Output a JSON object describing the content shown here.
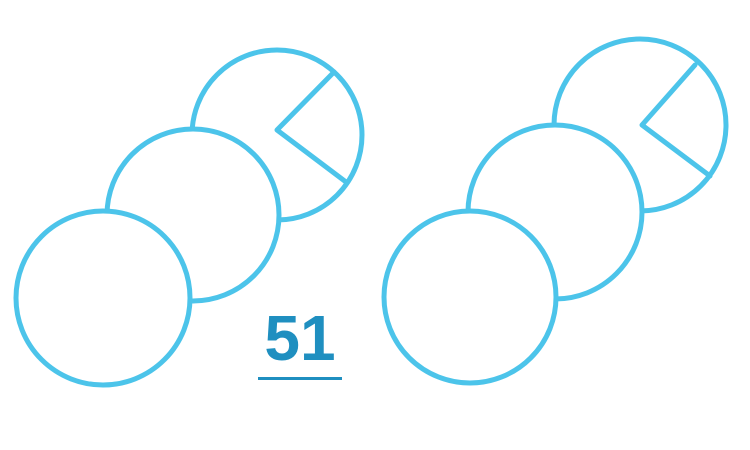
{
  "page_number": "51",
  "colors": {
    "outline": "#4cc4ea",
    "page_number": "#1f8fc0",
    "background": "#ffffff"
  },
  "left_group": {
    "circles": 3,
    "sector_lines_in_top_circle": 2
  },
  "right_group": {
    "circles": 3,
    "sector_lines_in_top_circle": 2
  }
}
